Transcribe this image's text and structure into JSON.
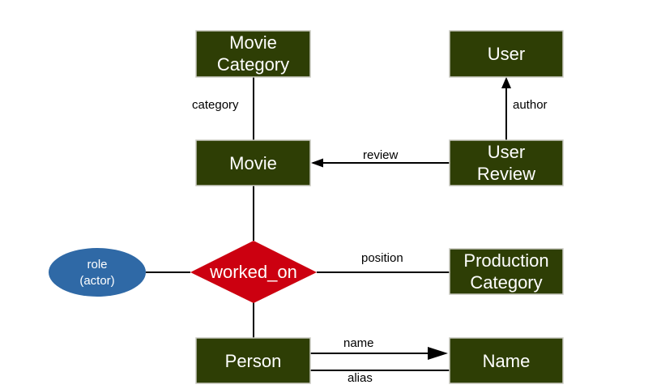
{
  "entities": {
    "movie_category": [
      "Movie",
      "Category"
    ],
    "user": [
      "User"
    ],
    "movie": [
      "Movie"
    ],
    "user_review": [
      "User",
      "Review"
    ],
    "production_category": [
      "Production",
      "Category"
    ],
    "person": [
      "Person"
    ],
    "name": [
      "Name"
    ]
  },
  "relationship": {
    "worked_on": "worked_on"
  },
  "attribute": {
    "role": [
      "role",
      "(actor)"
    ]
  },
  "edges": {
    "category": "category",
    "author": "author",
    "review": "review",
    "position": "position",
    "name": "name",
    "alias": "alias"
  },
  "colors": {
    "entity": "#2e3e05",
    "relationship": "#cc0010",
    "attribute": "#2f69a6"
  }
}
